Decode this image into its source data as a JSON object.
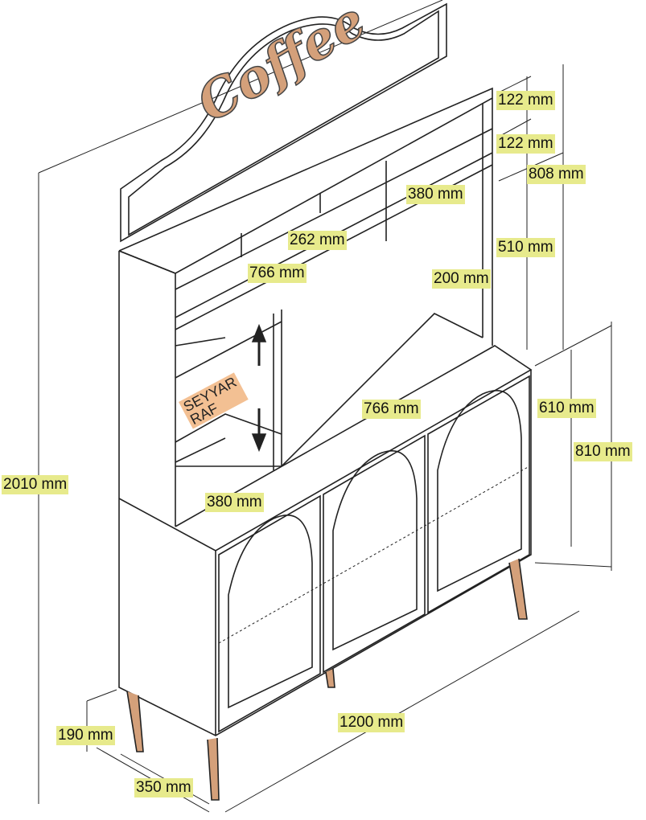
{
  "logo_text": "Coffee",
  "shelf_tag": {
    "line1": "SEYYAR",
    "line2": "RAF"
  },
  "dimensions": {
    "top_shelf_1": "122 mm",
    "top_shelf_2": "122 mm",
    "upper_height": "808 mm",
    "upper_compartment_width": "380 mm",
    "middle_compartment_width": "262 mm",
    "shelf_height": "510 mm",
    "upper_width": "766 mm",
    "upper_depth": "200 mm",
    "counter_width": "766 mm",
    "cabinet_inner_height": "610 mm",
    "cabinet_height": "810 mm",
    "total_height": "2010 mm",
    "counter_depth": "380 mm",
    "leg_height": "190 mm",
    "total_width": "1200 mm",
    "total_depth": "350 mm"
  },
  "colors": {
    "label_highlight": "#e7ea8c",
    "wood": "#d4a07a",
    "tag": "#f3c093"
  }
}
